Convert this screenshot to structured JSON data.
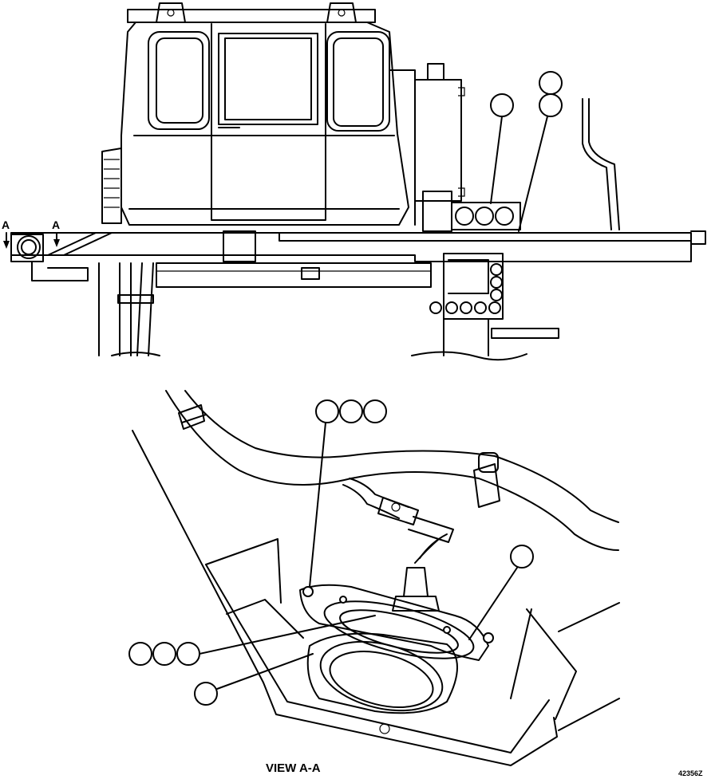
{
  "section_markers": [
    "A",
    "A"
  ],
  "view_title": "VIEW A-A",
  "drawing_number": "42356Z"
}
